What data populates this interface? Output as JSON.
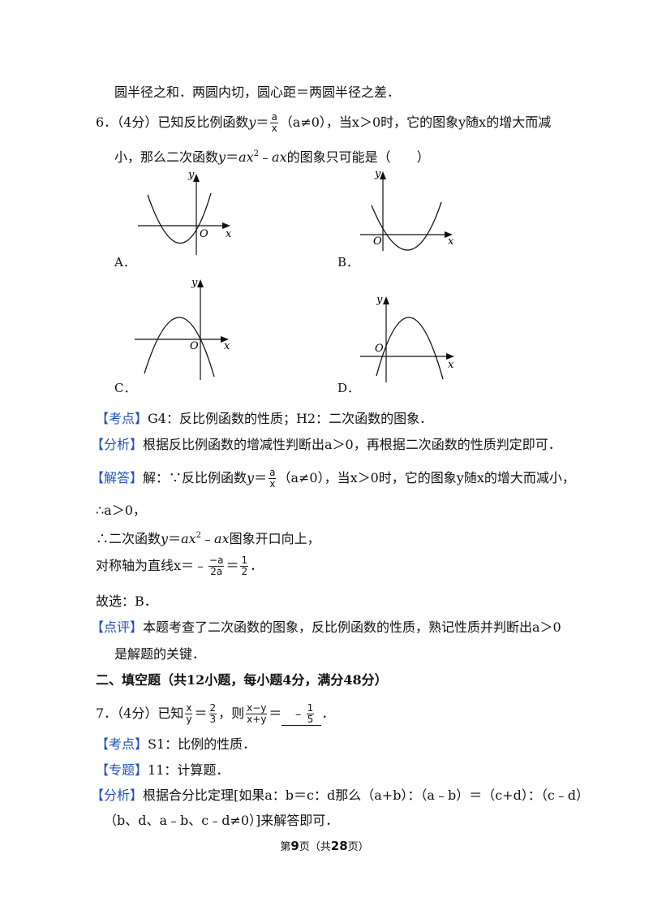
{
  "line1": "圆半径之和．两圆内切，圆心距＝两圆半径之差．",
  "q6": {
    "num": "6．（4分）已知反比例函数",
    "frac_n": "a",
    "frac_d": "x",
    "cond": "（a≠0），当x＞0时，它的图象y随x的增大而减",
    "line2a": "小，那么二次函数",
    "line2b": "的图象只可能是（　　）",
    "optA": "A．",
    "optB": "B．",
    "optC": "C．",
    "optD": "D．",
    "axis_x": "x",
    "axis_y": "y",
    "origin": "O"
  },
  "kaodian6": {
    "tag": "【考点】",
    "text": "G4：反比例函数的性质；H2：二次函数的图象．"
  },
  "fenxi6": {
    "tag": "【分析】",
    "text": "根据反比例函数的增减性判断出a＞0，再根据二次函数的性质判定即可．"
  },
  "jieda6": {
    "tag": "【解答】",
    "pre": "解：∵反比例函数",
    "frac_n": "a",
    "frac_d": "x",
    "post": "（a≠0），当x＞0时，它的图象y随x的增大而减小，",
    "l2": "∴a＞0，",
    "l3a": "∴二次函数",
    "l3b": "图象开口向上，",
    "l4a": "对称轴为直线",
    "l4b": "x＝﹣",
    "f1n": "−a",
    "f1d": "2a",
    "eq": "＝",
    "f2n": "1",
    "f2d": "2",
    "end": "．",
    "l5": "故选：B．"
  },
  "dianping6": {
    "tag": "【点评】",
    "text": "本题考查了二次函数的图象，反比例函数的性质，熟记性质并判断出a＞0",
    "text2": "是解题的关键．"
  },
  "section2": "二、填空题（共12小题，每小题4分，满分48分）",
  "q7": {
    "pre": "7．（4分）已知",
    "f1n": "x",
    "f1d": "y",
    "eq1": "＝",
    "f2n": "2",
    "f2d": "3",
    "mid": "，则",
    "f3n": "x−y",
    "f3d": "x+y",
    "eq2": "＝",
    "ans_pre": "﹣",
    "f4n": "1",
    "f4d": "5",
    "end": "．"
  },
  "kaodian7": {
    "tag": "【考点】",
    "text": "S1：比例的性质．"
  },
  "zhuanti7": {
    "tag": "【专题】",
    "text": "11：计算题．"
  },
  "fenxi7": {
    "tag": "【分析】",
    "text": "根据合分比定理[如果a：b＝c：d那么（a+b）：（a﹣b）＝（c+d）：（c﹣d）",
    "text2": "（b、d、a﹣b、c﹣d≠0）]来解答即可．"
  },
  "footer": {
    "a": "第",
    "page": "9",
    "b": "页（共",
    "total": "28",
    "c": "页）"
  }
}
